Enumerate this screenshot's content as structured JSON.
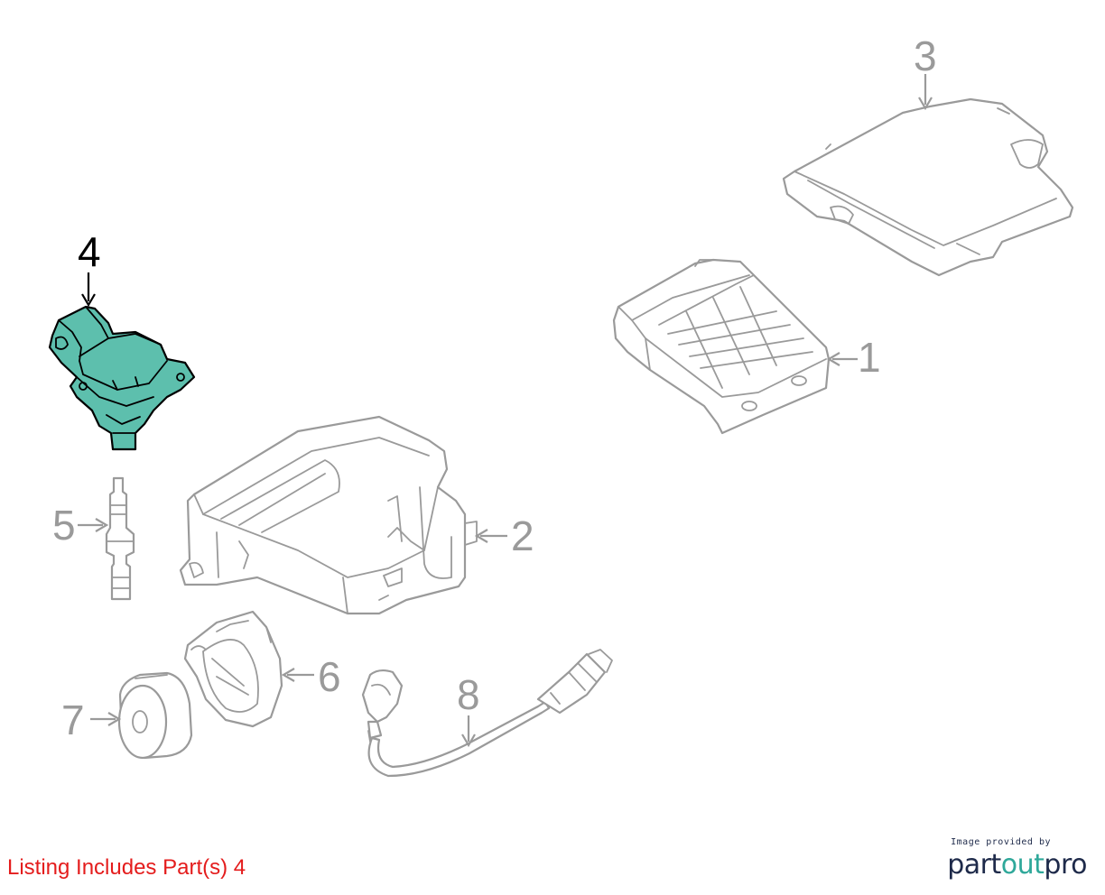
{
  "diagram": {
    "callouts": [
      {
        "number": "1",
        "highlighted": false
      },
      {
        "number": "2",
        "highlighted": false
      },
      {
        "number": "3",
        "highlighted": false
      },
      {
        "number": "4",
        "highlighted": true
      },
      {
        "number": "5",
        "highlighted": false
      },
      {
        "number": "6",
        "highlighted": false
      },
      {
        "number": "7",
        "highlighted": false
      },
      {
        "number": "8",
        "highlighted": false
      }
    ],
    "colors": {
      "highlight_fill": "#5dbfad",
      "outline": "#9a9a9a",
      "highlight_outline": "#000000"
    }
  },
  "listing_note": "Listing Includes Part(s) 4",
  "watermark": {
    "caption": "Image provided by",
    "brand_part1": "part",
    "brand_part2": "out",
    "brand_part3": "pro"
  }
}
